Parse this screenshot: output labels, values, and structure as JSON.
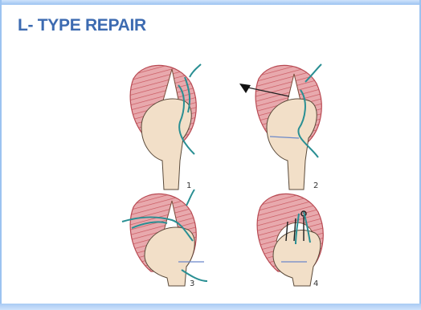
{
  "slide": {
    "title": "L- TYPE REPAIR"
  },
  "figure": {
    "panels": [
      {
        "number": "1"
      },
      {
        "number": "2"
      },
      {
        "number": "3"
      },
      {
        "number": "4"
      }
    ]
  },
  "colors": {
    "title": "#3d6bb1",
    "tendon_pink": "#e8a9ad",
    "tendon_lines": "#c9575f",
    "bone_fill": "#f2dfc8",
    "suture_teal": "#2a8f93",
    "pointer_blue": "#6b88c9",
    "frame_blue": "#9cc3f1"
  }
}
